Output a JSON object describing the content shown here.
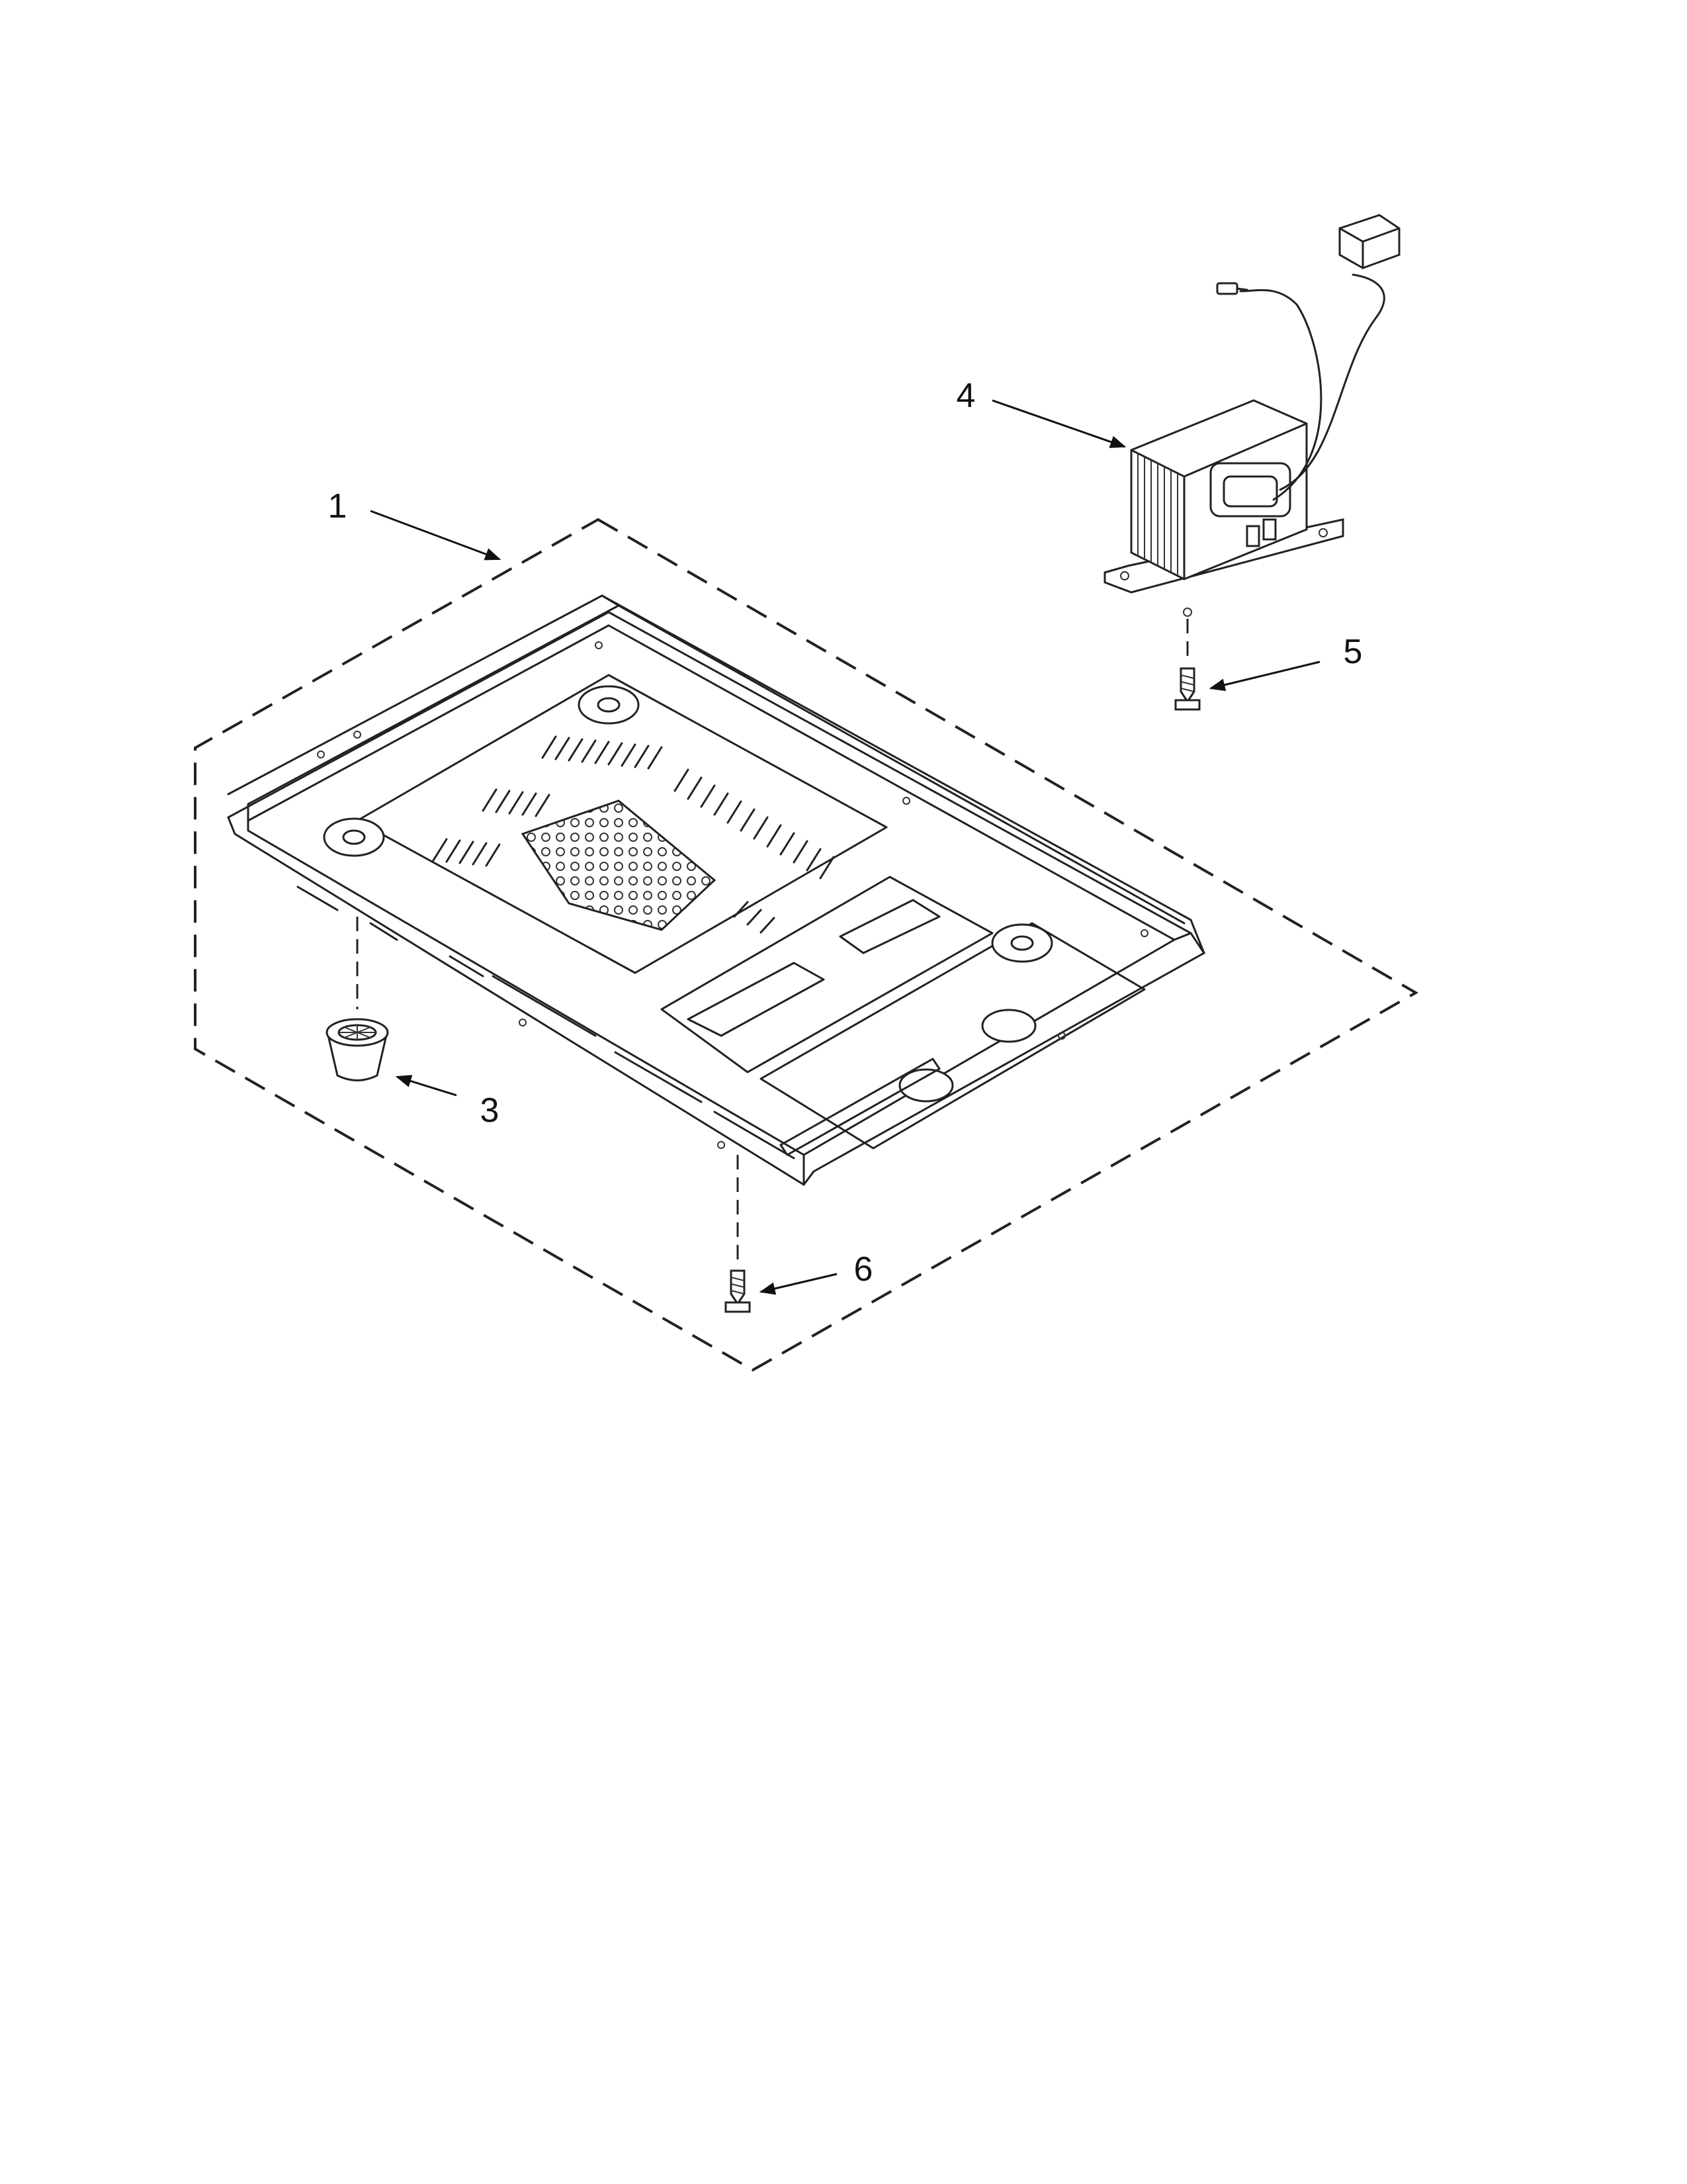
{
  "callouts": [
    {
      "id": "1",
      "label": "1"
    },
    {
      "id": "3",
      "label": "3"
    },
    {
      "id": "4",
      "label": "4"
    },
    {
      "id": "5",
      "label": "5"
    },
    {
      "id": "6",
      "label": "6"
    }
  ],
  "colors": {
    "ink": "#222222",
    "background": "#ffffff"
  },
  "parts_shown": [
    "base-plate",
    "foot",
    "transformer",
    "screw",
    "screw"
  ]
}
